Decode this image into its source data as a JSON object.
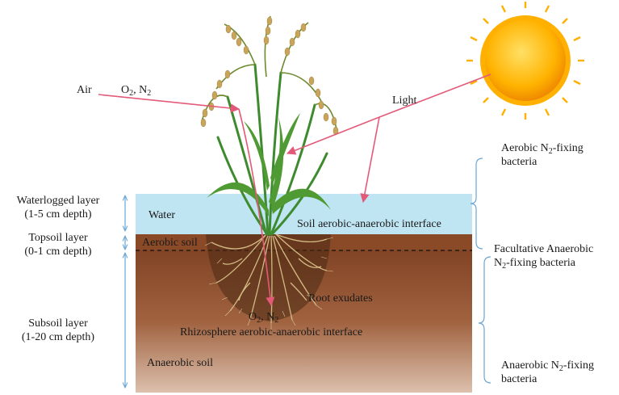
{
  "labels": {
    "air": "Air",
    "gases_air": {
      "p1": "O",
      "s1": "2",
      "p2": ", N",
      "s2": "2"
    },
    "light": "Light",
    "water": "Water",
    "aerobic_soil": "Aerobic soil",
    "soil_interface": "Soil aerobic-anaerobic interface",
    "root_exudates": "Root exudates",
    "gases_root": {
      "p1": "O",
      "s1": "2",
      "p2": ", N",
      "s2": "2"
    },
    "rhizosphere_interface": "Rhizosphere aerobic-anaerobic interface",
    "anaerobic_soil": "Anaerobic soil"
  },
  "layers": {
    "waterlogged": {
      "name": "Waterlogged layer",
      "depth": "(1-5 cm depth)"
    },
    "topsoil": {
      "name": "Topsoil  layer",
      "depth": "(0-1 cm depth)"
    },
    "subsoil": {
      "name": "Subsoil  layer",
      "depth": "(1-20 cm depth)"
    }
  },
  "bacteria": {
    "aerobic": {
      "l1a": "Aerobic N",
      "l1s": "2",
      "l1b": "-fixing",
      "l2": "bacteria"
    },
    "facultative": {
      "l1": "Facultative Anaerobic",
      "l2a": "N",
      "l2s": "2",
      "l2b": "-fixing bacteria"
    },
    "anaerobic": {
      "l1a": "Anaerobic N",
      "l1s": "2",
      "l1b": "-fixing",
      "l2": "bacteria"
    }
  },
  "colors": {
    "water": "#bfe4f2",
    "topsoil": "#8a4a28",
    "subsoil_top": "#7a3d1f",
    "subsoil_bottom": "#d9b9a4",
    "arrow": "#e35a78",
    "bracket": "#6aa6d6",
    "plant_green": "#3e8a2e",
    "grain": "#c9a55a",
    "root": "#d9c28a",
    "sun": "#ffb000"
  },
  "icons": [
    "sun-icon",
    "rice-plant-icon",
    "root-system-icon"
  ]
}
